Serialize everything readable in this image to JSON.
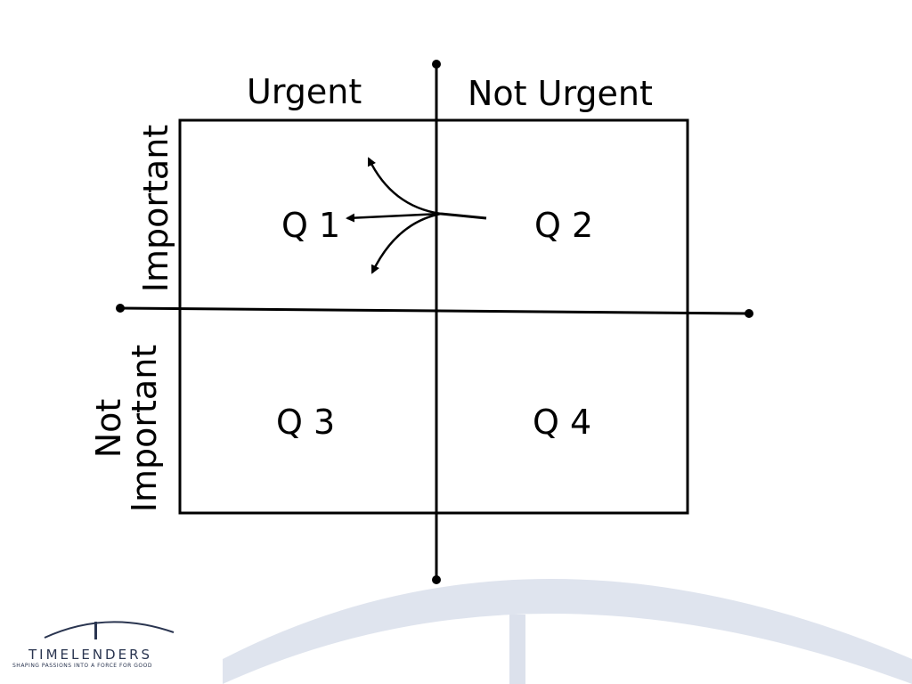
{
  "columns": {
    "left": "Urgent",
    "right": "Not Urgent"
  },
  "rows": {
    "top": "Important",
    "bottom_line1": "Not",
    "bottom_line2": "Important"
  },
  "quadrants": {
    "q1": "Q 1",
    "q2": "Q 2",
    "q3": "Q 3",
    "q4": "Q 4"
  },
  "logo": {
    "name": "TIMELENDERS",
    "tagline": "SHAPING PASSIONS INTO A FORCE FOR GOOD"
  },
  "colors": {
    "line": "#000000",
    "background_arc": "#dce1ec",
    "logo": "#2a3550"
  }
}
